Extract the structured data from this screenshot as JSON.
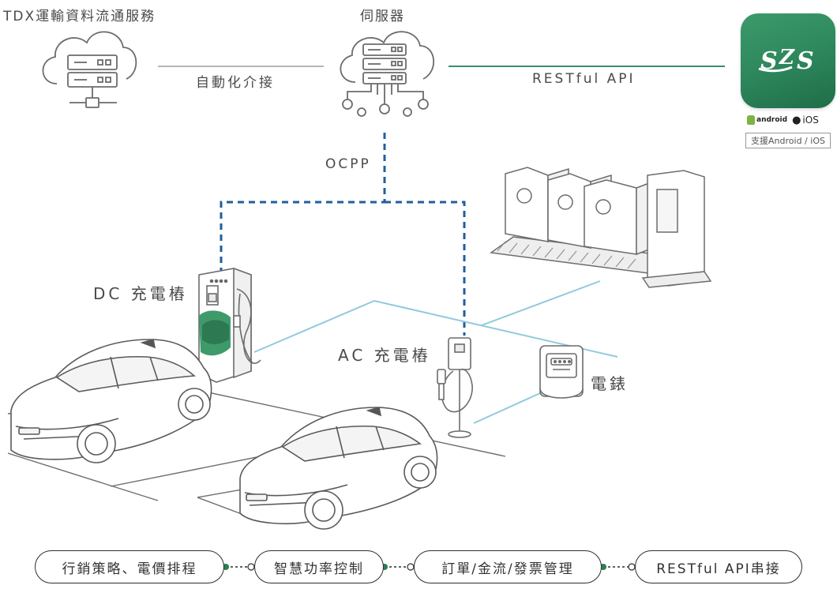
{
  "labels": {
    "tdx_service": "TDX運輸資料流通服務",
    "server": "伺服器",
    "auto_integration": "自動化介接",
    "restful_api": "RESTful API",
    "ocpp": "OCPP",
    "dc_charger": "DC 充電樁",
    "ac_charger": "AC 充電樁",
    "meter": "電錶"
  },
  "app": {
    "android_label": "android",
    "ios_label": "iOS",
    "support_text": "支援Android / iOS"
  },
  "features": [
    {
      "label": "行銷策略、電價排程"
    },
    {
      "label": "智慧功率控制"
    },
    {
      "label": "訂單/金流/發票管理"
    },
    {
      "label": "RESTful API串接"
    }
  ],
  "colors": {
    "ocpp_line": "#1f5f9e",
    "api_line": "#3a8d6c",
    "power_line": "#8fcbdc",
    "app_green": "#2f8a5e",
    "charger_green": "#3f9a6a"
  }
}
